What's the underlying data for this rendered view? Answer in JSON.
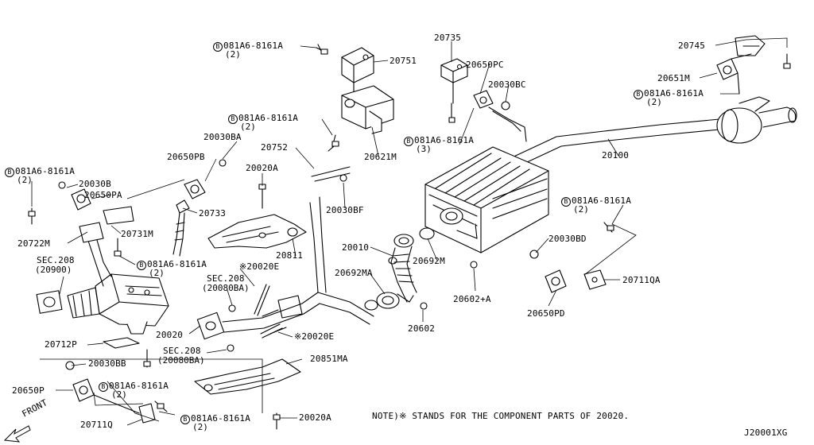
{
  "diagram": {
    "labels": [
      {
        "id": "bolt-081a6-8161a-a",
        "bolt": "B",
        "text": "081A6-8161A",
        "sub": "(2)"
      },
      {
        "id": "p20751",
        "text": "20751"
      },
      {
        "id": "p20735",
        "text": "20735"
      },
      {
        "id": "p20650pc",
        "text": "20650PC"
      },
      {
        "id": "p20030bc",
        "text": "20030BC"
      },
      {
        "id": "p20745",
        "text": "20745"
      },
      {
        "id": "p20651m",
        "text": "20651M"
      },
      {
        "id": "bolt-081a6-8161a-b",
        "bolt": "B",
        "text": "081A6-8161A",
        "sub": "(2)"
      },
      {
        "id": "bolt-081a6-8161a-c",
        "bolt": "B",
        "text": "081A6-8161A",
        "sub": "(2)"
      },
      {
        "id": "p20030ba",
        "text": "20030BA"
      },
      {
        "id": "p20752",
        "text": "20752"
      },
      {
        "id": "p20621m",
        "text": "20621M"
      },
      {
        "id": "bolt-081a6-8161a-d",
        "bolt": "B",
        "text": "081A6-8161A",
        "sub": "(3)"
      },
      {
        "id": "p20650pb",
        "text": "20650PB"
      },
      {
        "id": "bolt-081a6-8161a-e",
        "bolt": "B",
        "text": "081A6-8161A",
        "sub": "(2)"
      },
      {
        "id": "p20020a-top",
        "text": "20020A"
      },
      {
        "id": "p20030b",
        "text": "20030B"
      },
      {
        "id": "p20650pa",
        "text": "20650PA"
      },
      {
        "id": "p20733",
        "text": "20733"
      },
      {
        "id": "p20030bf",
        "text": "20030BF"
      },
      {
        "id": "p20100",
        "text": "20100"
      },
      {
        "id": "bolt-081a6-8161a-f",
        "bolt": "B",
        "text": "081A6-8161A",
        "sub": "(2)"
      },
      {
        "id": "p20731m",
        "text": "20731M"
      },
      {
        "id": "p20722m",
        "text": "20722M"
      },
      {
        "id": "p20811",
        "text": "20811"
      },
      {
        "id": "p20010",
        "text": "20010"
      },
      {
        "id": "p20030bd",
        "text": "20030BD"
      },
      {
        "id": "sec208-20900",
        "text": "SEC.208",
        "sub": "(20900)"
      },
      {
        "id": "bolt-081a6-8161a-g",
        "bolt": "B",
        "text": "081A6-8161A",
        "sub": "(2)"
      },
      {
        "id": "p20020e-top",
        "text": "※20020E"
      },
      {
        "id": "p20692m",
        "text": "20692M"
      },
      {
        "id": "sec208-20080ba-a",
        "text": "SEC.208",
        "sub": "(20080BA)"
      },
      {
        "id": "p20692ma",
        "text": "20692MA"
      },
      {
        "id": "p20711qa",
        "text": "20711QA"
      },
      {
        "id": "p20602a",
        "text": "20602+A"
      },
      {
        "id": "p20650pd",
        "text": "20650PD"
      },
      {
        "id": "p20602",
        "text": "20602"
      },
      {
        "id": "p20020",
        "text": "20020"
      },
      {
        "id": "p20020e-bot",
        "text": "※20020E"
      },
      {
        "id": "p20712p",
        "text": "20712P"
      },
      {
        "id": "sec208-20080ba-b",
        "text": "SEC.208",
        "sub": "(20080BA)"
      },
      {
        "id": "p20030bb",
        "text": "20030BB"
      },
      {
        "id": "p20851ma",
        "text": "20851MA"
      },
      {
        "id": "p20650p",
        "text": "20650P"
      },
      {
        "id": "bolt-081a6-8161a-h",
        "bolt": "B",
        "text": "081A6-8161A",
        "sub": "(2)"
      },
      {
        "id": "p20711q",
        "text": "20711Q"
      },
      {
        "id": "bolt-081a6-8161a-i",
        "bolt": "B",
        "text": "081A6-8161A",
        "sub": "(2)"
      },
      {
        "id": "p20020a-bot",
        "text": "20020A"
      }
    ],
    "front_label": "FRONT",
    "note": "NOTE)※ STANDS FOR THE COMPONENT PARTS OF 20020.",
    "diagram_code": "J20001XG"
  }
}
